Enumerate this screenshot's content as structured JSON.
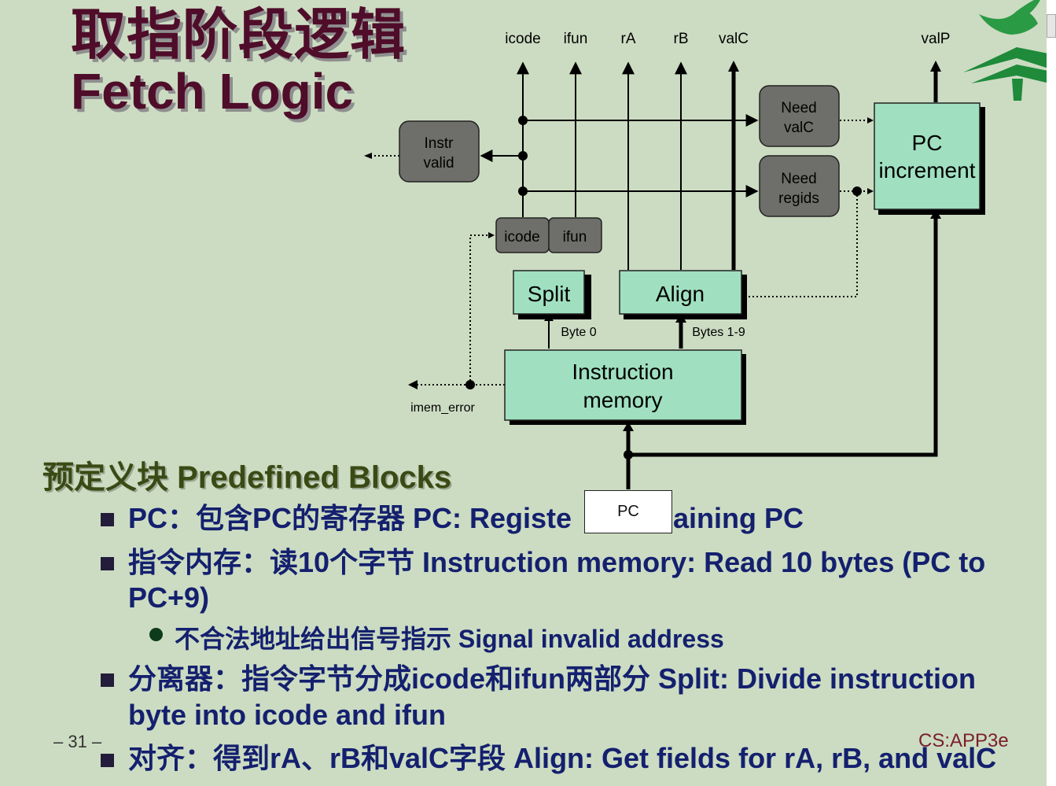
{
  "title": {
    "chinese": "取指阶段逻辑",
    "english": "Fetch Logic"
  },
  "diagram": {
    "outputs": {
      "icode": "icode",
      "ifun": "ifun",
      "rA": "rA",
      "rB": "rB",
      "valC": "valC",
      "valP": "valP"
    },
    "blocks": {
      "instr_valid": [
        "Instr",
        "valid"
      ],
      "need_valC": [
        "Need",
        "valC"
      ],
      "need_regids": [
        "Need",
        "regids"
      ],
      "pc_increment": [
        "PC",
        "increment"
      ],
      "icode_box": "icode",
      "ifun_box": "ifun",
      "split": "Split",
      "align": "Align",
      "instruction_memory": [
        "Instruction",
        "memory"
      ],
      "pc": "PC"
    },
    "labels": {
      "byte0": "Byte 0",
      "bytes19": "Bytes 1-9",
      "imem_error": "imem_error"
    }
  },
  "section_heading": "预定义块 Predefined Blocks",
  "bullets": {
    "b1_left": "PC：包含PC的寄存器 PC: Registe",
    "b1_right": "aining PC",
    "b2_line1": "指令内存：读10个字节 Instruction memory: Read 10 bytes (PC to",
    "b2_line2": "PC+9)",
    "b2_sub": "不合法地址给出信号指示 Signal invalid address",
    "b3_line1": "分离器：指令字节分成icode和ifun两部分 Split: Divide instruction",
    "b3_line2": "byte into icode and ifun",
    "b4": "对齐：得到rA、rB和valC字段 Align: Get fields for rA, rB, and valC"
  },
  "footer": {
    "page": "– 31 –",
    "course": "CS:APP3e"
  },
  "colors": {
    "block_fill": "#a0e0c0",
    "control_fill": "#6e6e6a",
    "title": "#4f0d2a",
    "bullet_text": "#14206e",
    "background": "#ccdcc2"
  }
}
